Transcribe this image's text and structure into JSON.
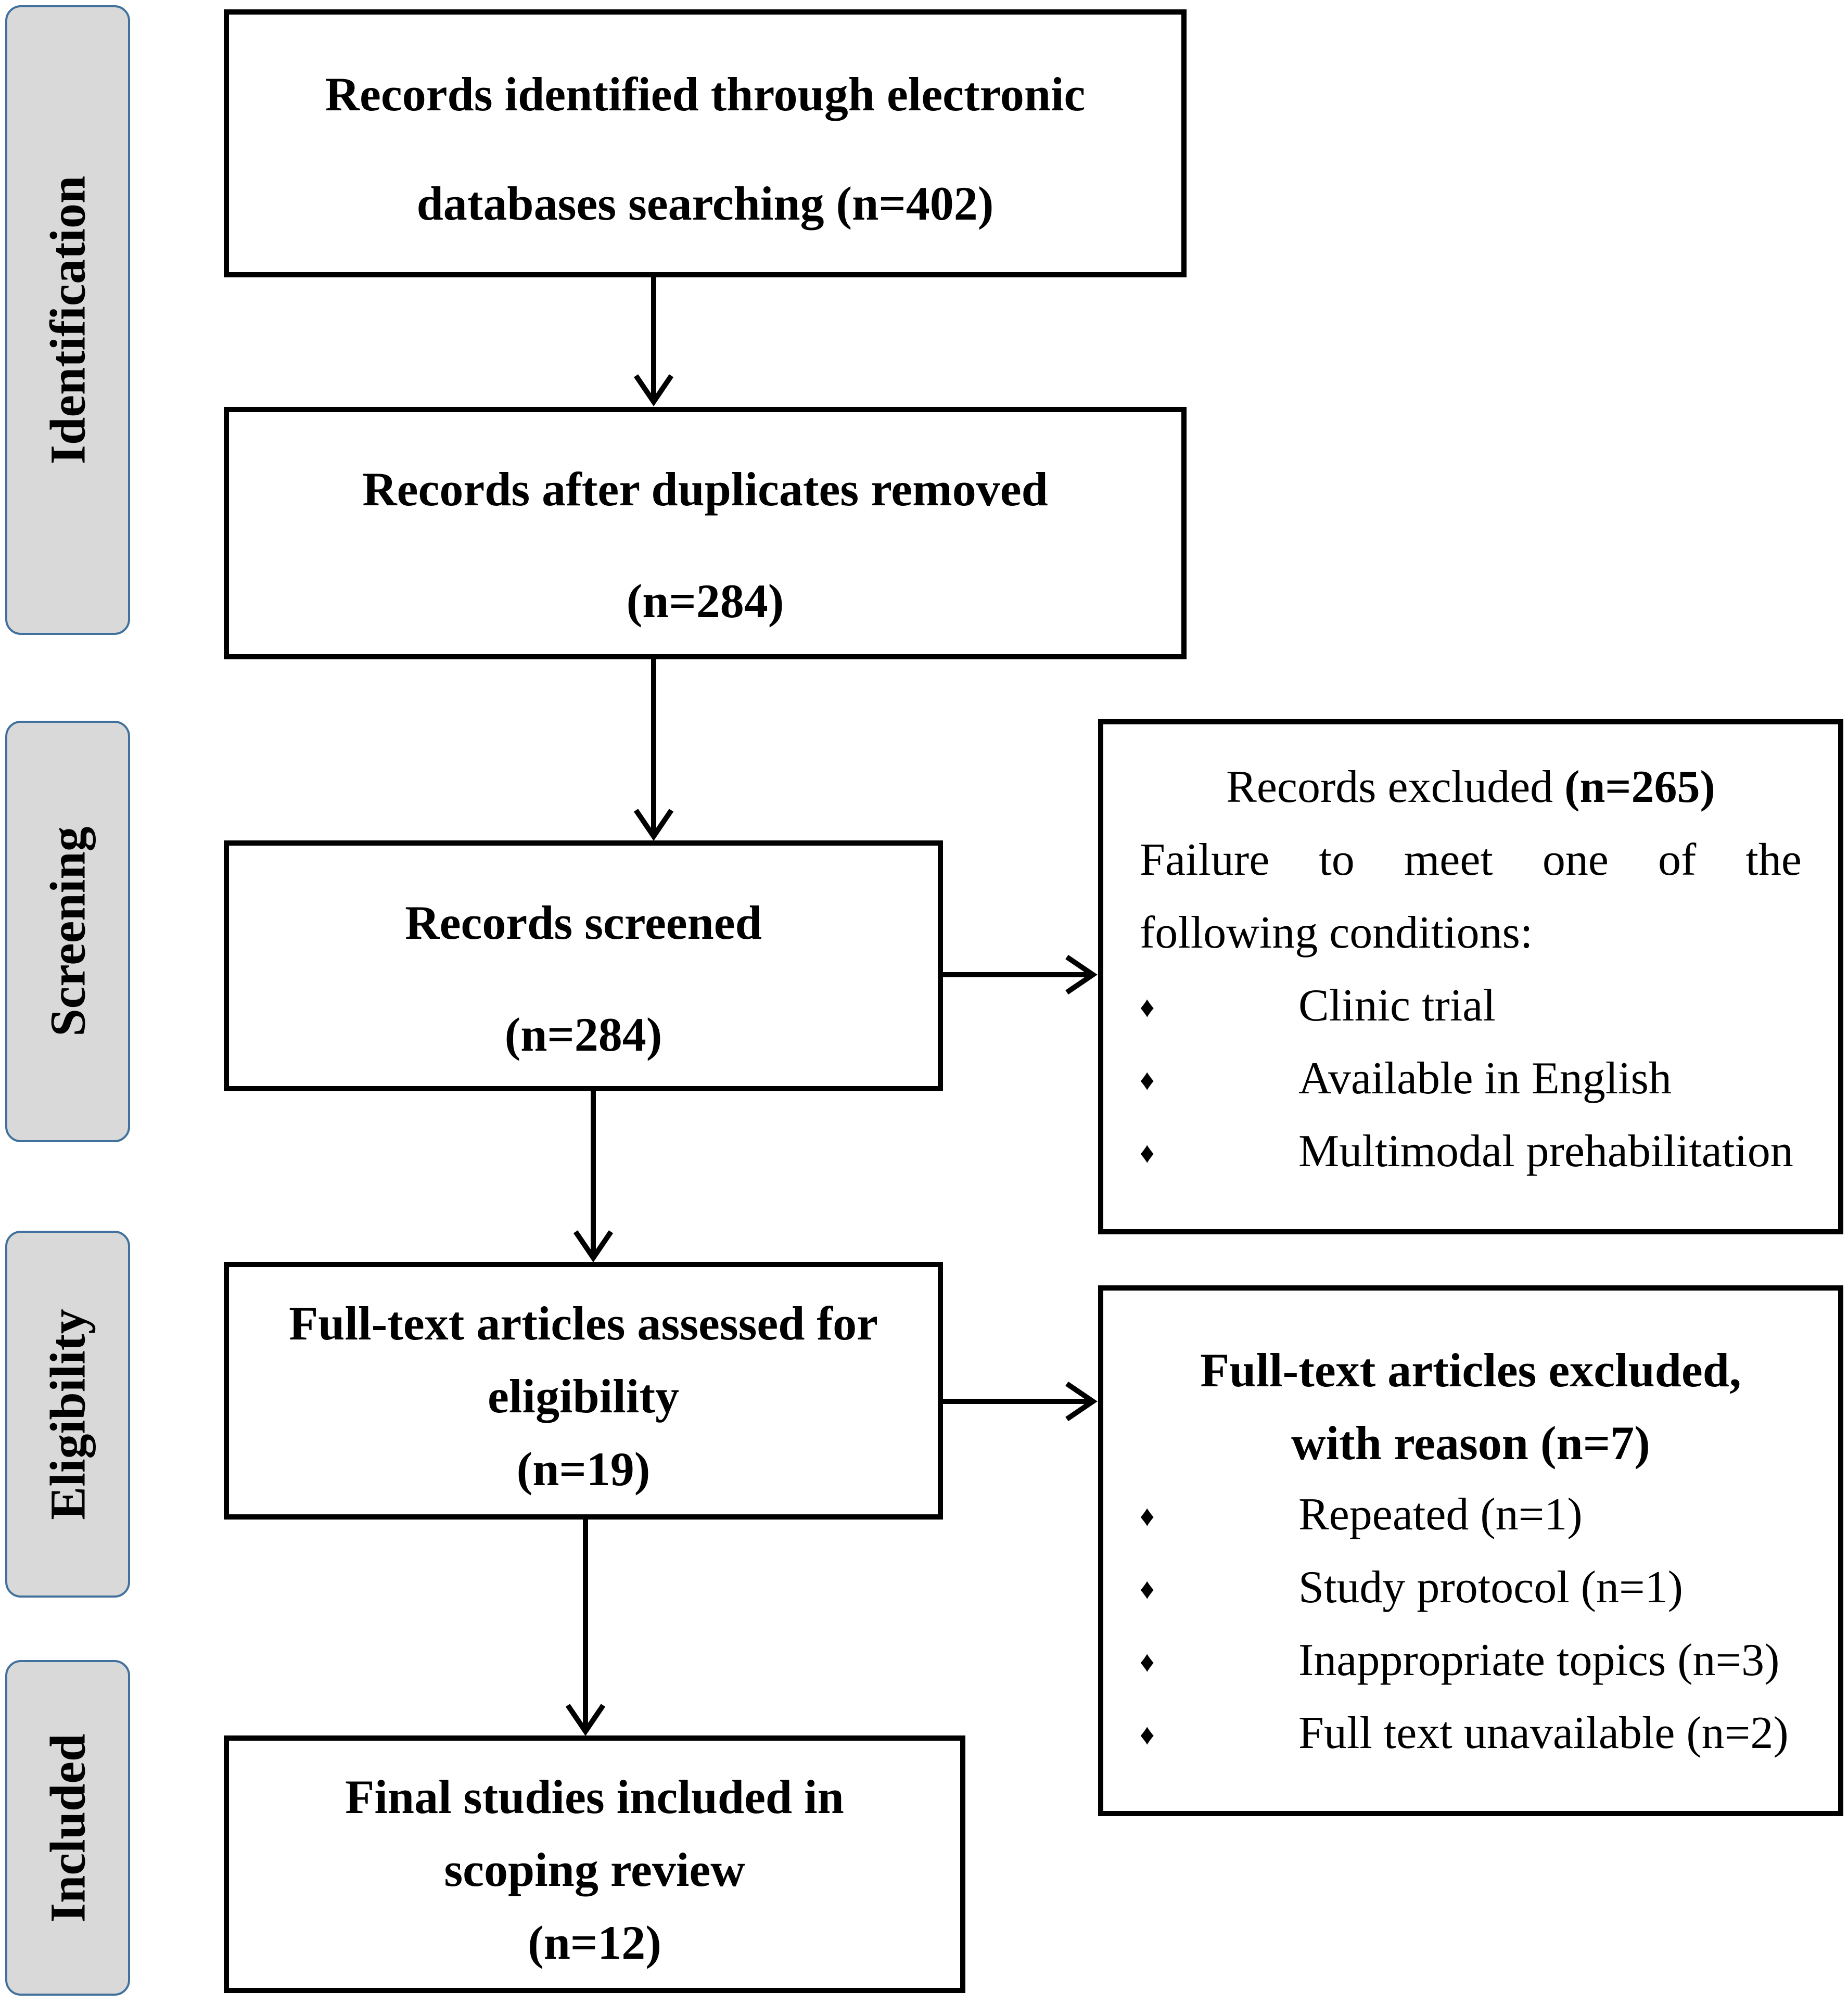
{
  "phases": {
    "identification": "Identification",
    "screening": "Screening",
    "eligibility": "Eligibility",
    "included": "Included"
  },
  "boxes": {
    "identified": {
      "line1": "Records identified through electronic",
      "line2": "databases searching (n=402)"
    },
    "deduplicated": {
      "line1": "Records after duplicates removed",
      "line2": "(n=284)"
    },
    "screened": {
      "line1": "Records screened",
      "line2": "(n=284)"
    },
    "fulltext": {
      "line1": "Full-text articles assessed for",
      "line2": "eligibility",
      "line3": "(n=19)"
    },
    "included": {
      "line1": "Final studies included in",
      "line2": "scoping review",
      "line3": "(n=12)"
    }
  },
  "excluded_records": {
    "title": "Records excluded",
    "count": "(n=265)",
    "desc1_words": [
      "Failure",
      "to",
      "meet",
      "one",
      "of",
      "the"
    ],
    "desc2": "following conditions:",
    "bullet_symbol": "♦",
    "items": [
      "Clinic trial",
      "Available in English",
      "Multimodal prehabilitation"
    ]
  },
  "excluded_fulltext": {
    "title1": "Full-text articles excluded,",
    "title2": "with reason (n=7)",
    "bullet_symbol": "♦",
    "items": [
      "Repeated (n=1)",
      "Study protocol (n=1)",
      "Inappropriate topics (n=3)",
      "Full text unavailable (n=2)"
    ]
  }
}
